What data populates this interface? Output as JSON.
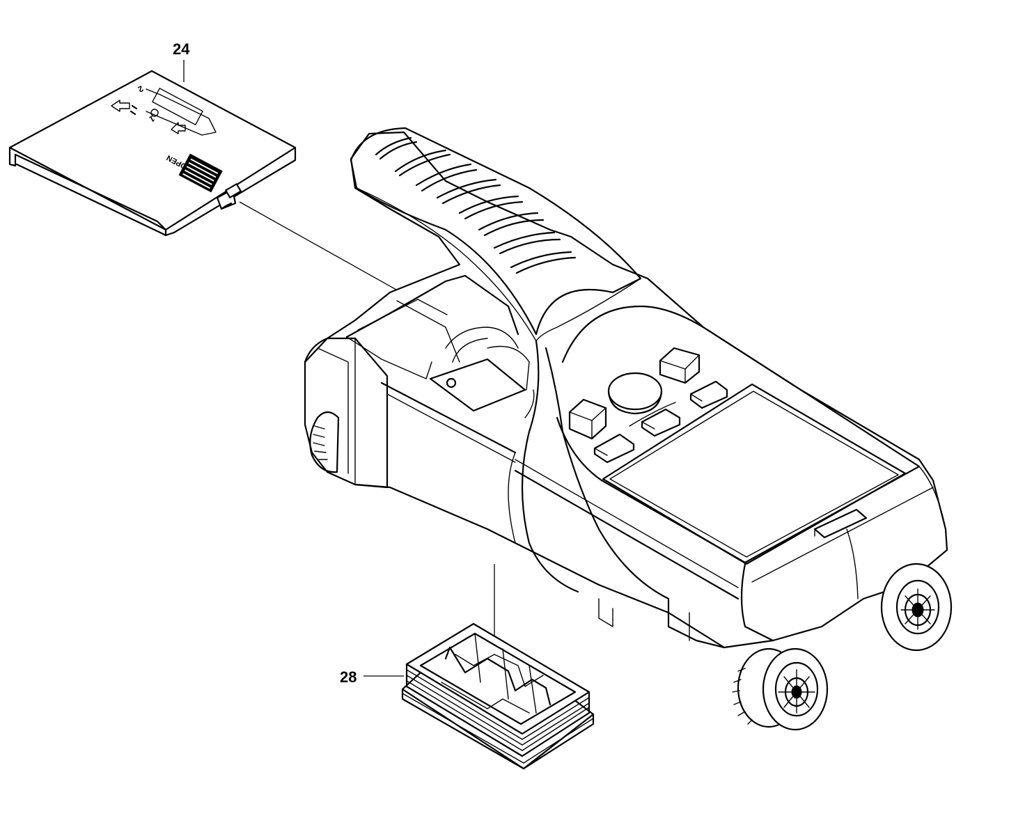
{
  "parts": [
    {
      "id": "24",
      "label": "24"
    },
    {
      "id": "28",
      "label": "28"
    }
  ],
  "cover_markings": {
    "open_text": "OPEN"
  },
  "colors": {
    "line": "#000000",
    "background": "#ffffff"
  }
}
